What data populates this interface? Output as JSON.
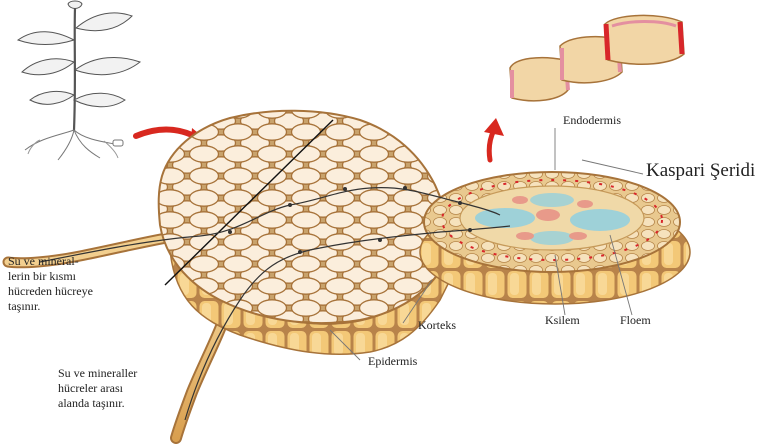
{
  "labels": {
    "endodermis": "Endodermis",
    "kaspari": "Kaspari Şeridi",
    "su_mineral_1": [
      "Su ve mineral-",
      "lerin bir kısmı",
      "hücreden hücreye",
      "taşınır."
    ],
    "su_mineral_2": [
      "Su ve mineraller",
      "hücreler arası",
      "alanda taşınır."
    ],
    "korteks": "Korteks",
    "ksilem": "Ksilem",
    "floem": "Floem",
    "epidermis": "Epidermis"
  },
  "colors": {
    "cell_wall": "#b8834a",
    "cell_fill": "#f7ead8",
    "epidermis_fill": "#f1c77a",
    "xylem_blue": "#8fcfe0",
    "phloem_pink": "#e89a8a",
    "casparian_red": "#d8262a",
    "arrow_red": "#d8281f",
    "root_hair": "#e2b572"
  },
  "icons": [
    "plant-sketch-icon",
    "red-arrow-icon"
  ]
}
